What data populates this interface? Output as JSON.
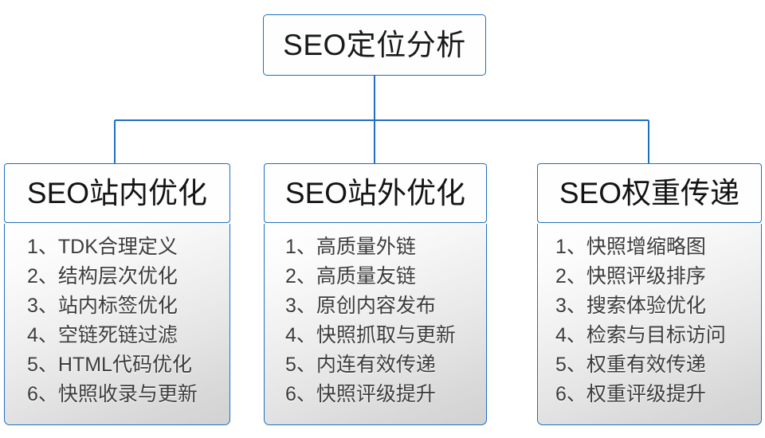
{
  "diagram": {
    "type": "org-chart",
    "title": "SEO定位分析",
    "accent_color": "#1f6fc0",
    "text_color": "#3c3c3c",
    "root": {
      "label": "SEO定位分析"
    },
    "branches": [
      {
        "header": "SEO站内优化",
        "items": [
          "1、TDK合理定义",
          "2、结构层次优化",
          "3、站内标签优化",
          "4、空链死链过滤",
          "5、HTML代码优化",
          "6、快照收录与更新"
        ]
      },
      {
        "header": "SEO站外优化",
        "items": [
          "1、高质量外链",
          "2、高质量友链",
          "3、原创内容发布",
          "4、快照抓取与更新",
          "5、内连有效传递",
          "6、快照评级提升"
        ]
      },
      {
        "header": "SEO权重传递",
        "items": [
          "1、快照增缩略图",
          "2、快照评级排序",
          "3、搜索体验优化",
          "4、检索与目标访问",
          "5、权重有效传递",
          "6、权重评级提升"
        ]
      }
    ]
  }
}
